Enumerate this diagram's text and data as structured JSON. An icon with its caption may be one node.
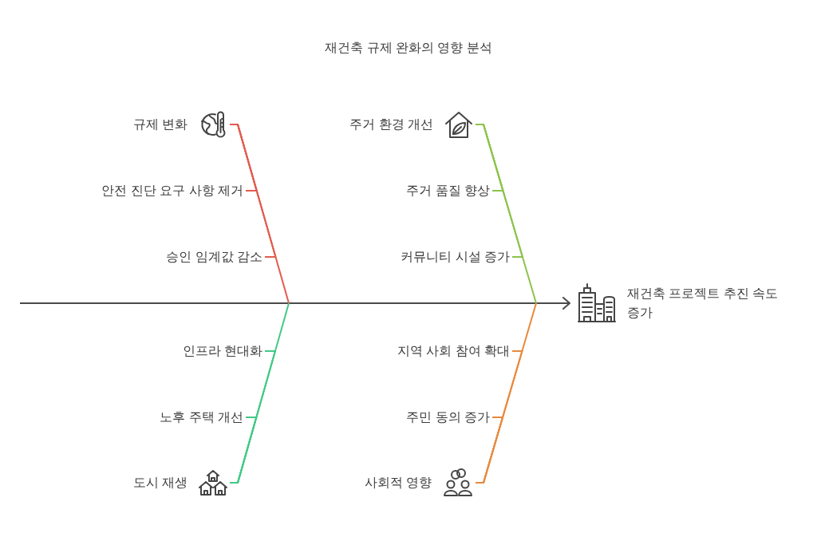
{
  "diagram": {
    "title": "재건축 규제 완화의 영향 분석",
    "nodes": [
      {
        "text": [
          "규제 변화"
        ]
      },
      {
        "text": [
          "안전 진단 요구 사항 제거"
        ]
      },
      {
        "text": [
          "승인 임계값 감소"
        ]
      },
      {
        "text": [
          "주거 환경 개선"
        ]
      },
      {
        "text": [
          "주거 품질 향상"
        ]
      },
      {
        "text": [
          "커뮤니티 시설 증가"
        ]
      },
      {
        "text": [
          "재건축 프로젝트 추진 속도 증가"
        ]
      },
      {
        "text": [
          "인프라 현대화"
        ]
      },
      {
        "text": [
          "노후 주택 개선"
        ]
      },
      {
        "text": [
          "도시 재생"
        ]
      },
      {
        "text": [
          "지역 사회 참여 확대"
        ]
      },
      {
        "text": [
          "주민 동의 증가"
        ]
      },
      {
        "text": [
          "사회적 영향"
        ]
      }
    ],
    "edges": [
      {
        "from": null,
        "to": 6,
        "arrow": "to",
        "color": "#4a4a4a"
      },
      {
        "from": 0,
        "to": null,
        "arrow": "none",
        "color": "#e35b4e"
      },
      {
        "from": 1,
        "to": 0,
        "arrow": "none",
        "color": "#e35b4e"
      },
      {
        "from": 2,
        "to": 0,
        "arrow": "none",
        "color": "#e35b4e"
      },
      {
        "from": 3,
        "to": null,
        "arrow": "none",
        "color": "#8cc34b"
      },
      {
        "from": 4,
        "to": 3,
        "arrow": "none",
        "color": "#8cc34b"
      },
      {
        "from": 5,
        "to": 3,
        "arrow": "none",
        "color": "#8cc34b"
      },
      {
        "from": 9,
        "to": null,
        "arrow": "none",
        "color": "#42c986"
      },
      {
        "from": 7,
        "to": 9,
        "arrow": "none",
        "color": "#42c986"
      },
      {
        "from": 8,
        "to": 9,
        "arrow": "none",
        "color": "#42c986"
      },
      {
        "from": 12,
        "to": null,
        "arrow": "none",
        "color": "#e8893d"
      },
      {
        "from": 10,
        "to": 12,
        "arrow": "none",
        "color": "#e8893d"
      },
      {
        "from": 11,
        "to": 12,
        "arrow": "none",
        "color": "#e8893d"
      }
    ]
  }
}
